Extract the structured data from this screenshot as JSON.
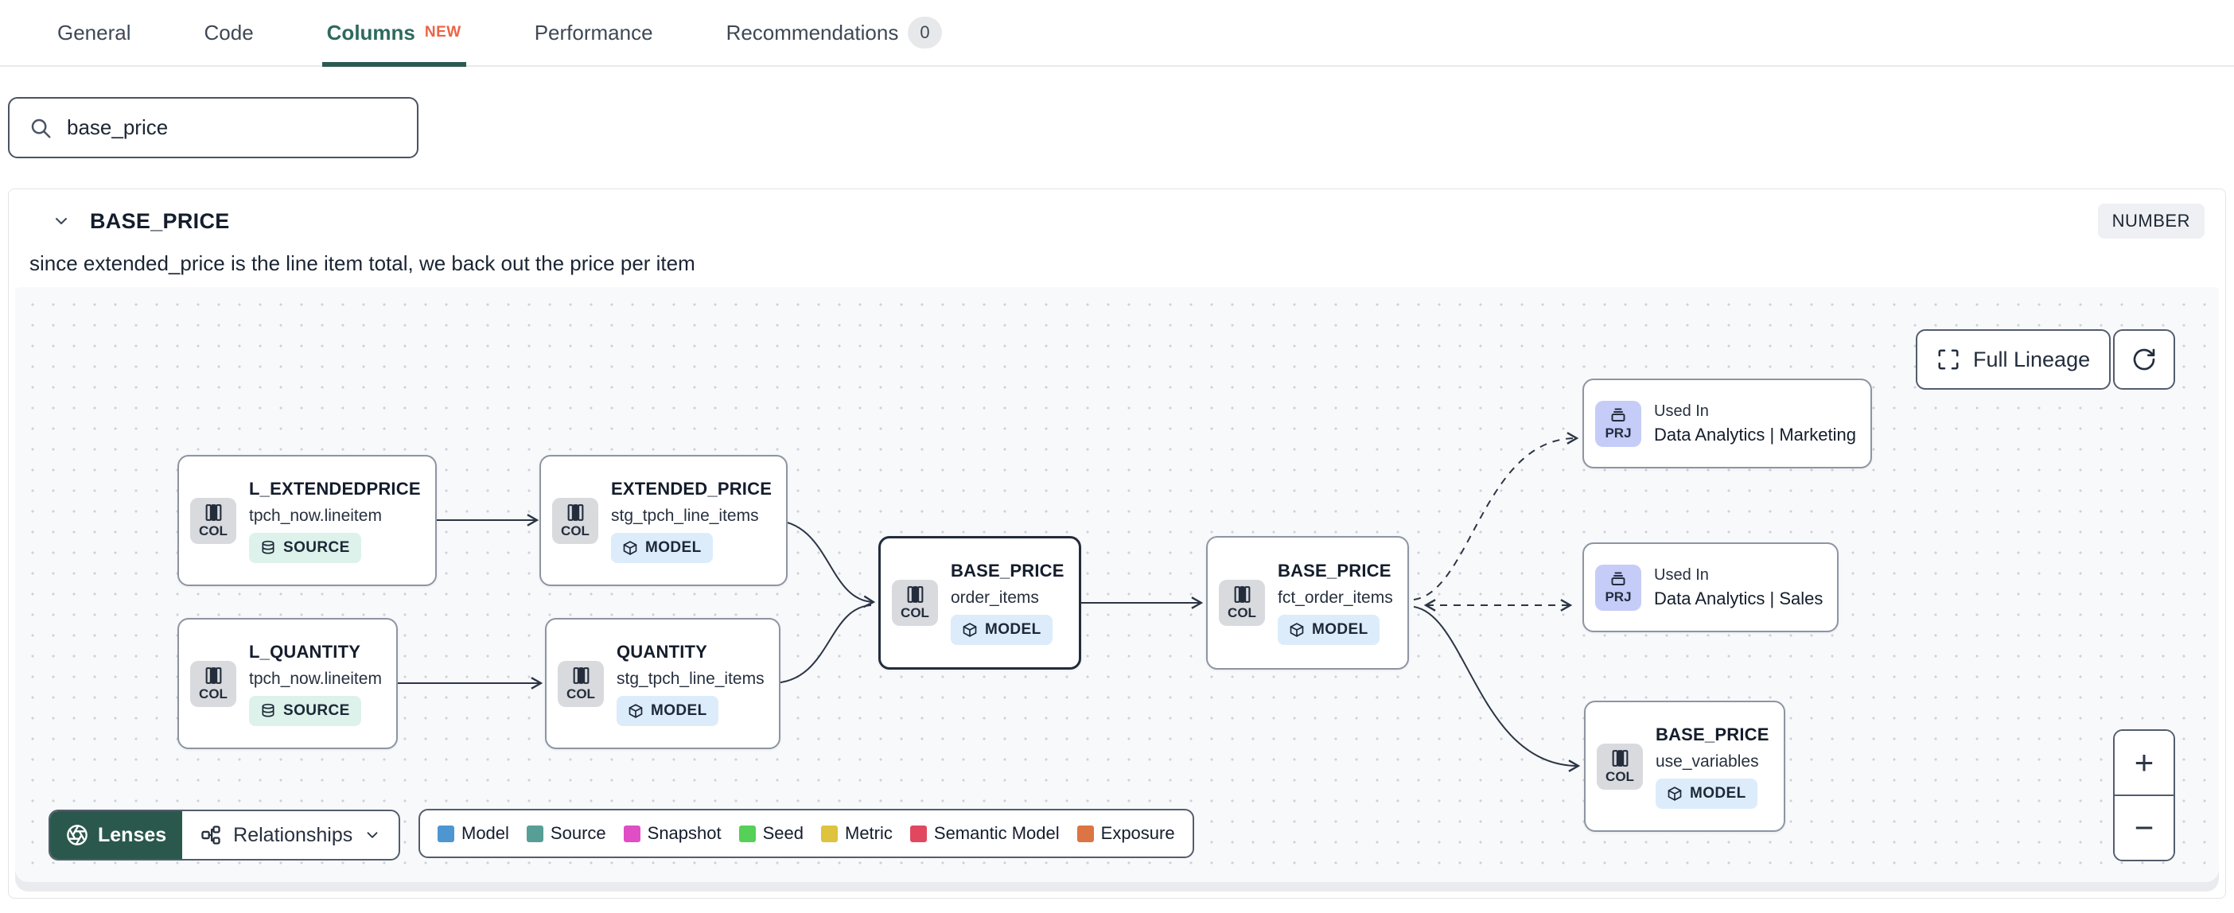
{
  "tabs": [
    {
      "label": "General"
    },
    {
      "label": "Code"
    },
    {
      "label": "Columns",
      "badge": "NEW",
      "active": true
    },
    {
      "label": "Performance"
    },
    {
      "label": "Recommendations",
      "count": "0"
    }
  ],
  "search": {
    "value": "base_price"
  },
  "column_panel": {
    "title": "BASE_PRICE",
    "type_badge": "NUMBER",
    "description": "since extended_price is the line item total, we back out the price per item"
  },
  "lineage": {
    "controls": {
      "full_lineage": "Full Lineage",
      "zoom_in": "+",
      "zoom_out": "−",
      "lenses": "Lenses",
      "relationships": "Relationships"
    },
    "nodes": [
      {
        "badge": "COL",
        "title": "L_EXTENDEDPRICE",
        "subtitle": "tpch_now.lineitem",
        "resource": "SOURCE"
      },
      {
        "badge": "COL",
        "title": "EXTENDED_PRICE",
        "subtitle": "stg_tpch_line_items",
        "resource": "MODEL"
      },
      {
        "badge": "COL",
        "title": "L_QUANTITY",
        "subtitle": "tpch_now.lineitem",
        "resource": "SOURCE"
      },
      {
        "badge": "COL",
        "title": "QUANTITY",
        "subtitle": "stg_tpch_line_items",
        "resource": "MODEL"
      },
      {
        "badge": "COL",
        "title": "BASE_PRICE",
        "subtitle": "order_items",
        "resource": "MODEL",
        "selected": true
      },
      {
        "badge": "COL",
        "title": "BASE_PRICE",
        "subtitle": "fct_order_items",
        "resource": "MODEL"
      },
      {
        "badge": "PRJ",
        "label": "Used In",
        "name": "Data Analytics | Marketing"
      },
      {
        "badge": "PRJ",
        "label": "Used In",
        "name": "Data Analytics | Sales"
      },
      {
        "badge": "COL",
        "title": "BASE_PRICE",
        "subtitle": "use_variables",
        "resource": "MODEL"
      }
    ],
    "legend": [
      {
        "label": "Model",
        "color": "#4e96d2"
      },
      {
        "label": "Source",
        "color": "#579e97"
      },
      {
        "label": "Snapshot",
        "color": "#df4ec4"
      },
      {
        "label": "Seed",
        "color": "#55d058"
      },
      {
        "label": "Metric",
        "color": "#ddc33e"
      },
      {
        "label": "Semantic Model",
        "color": "#e1485f"
      },
      {
        "label": "Exposure",
        "color": "#dc7444"
      }
    ]
  },
  "colors": {
    "active_tab": "#2d6a5e",
    "tab_underline": "#2b5a50",
    "new_badge": "#eb6445",
    "lenses_bg": "#2b584d",
    "col_badge_bg": "#d8dade",
    "prj_badge_bg": "#c6ccf8",
    "model_pill_bg": "#dcecfb",
    "source_pill_bg": "#dcf2ea",
    "type_badge_bg": "#eef0f3",
    "edge": "#2b3545"
  }
}
